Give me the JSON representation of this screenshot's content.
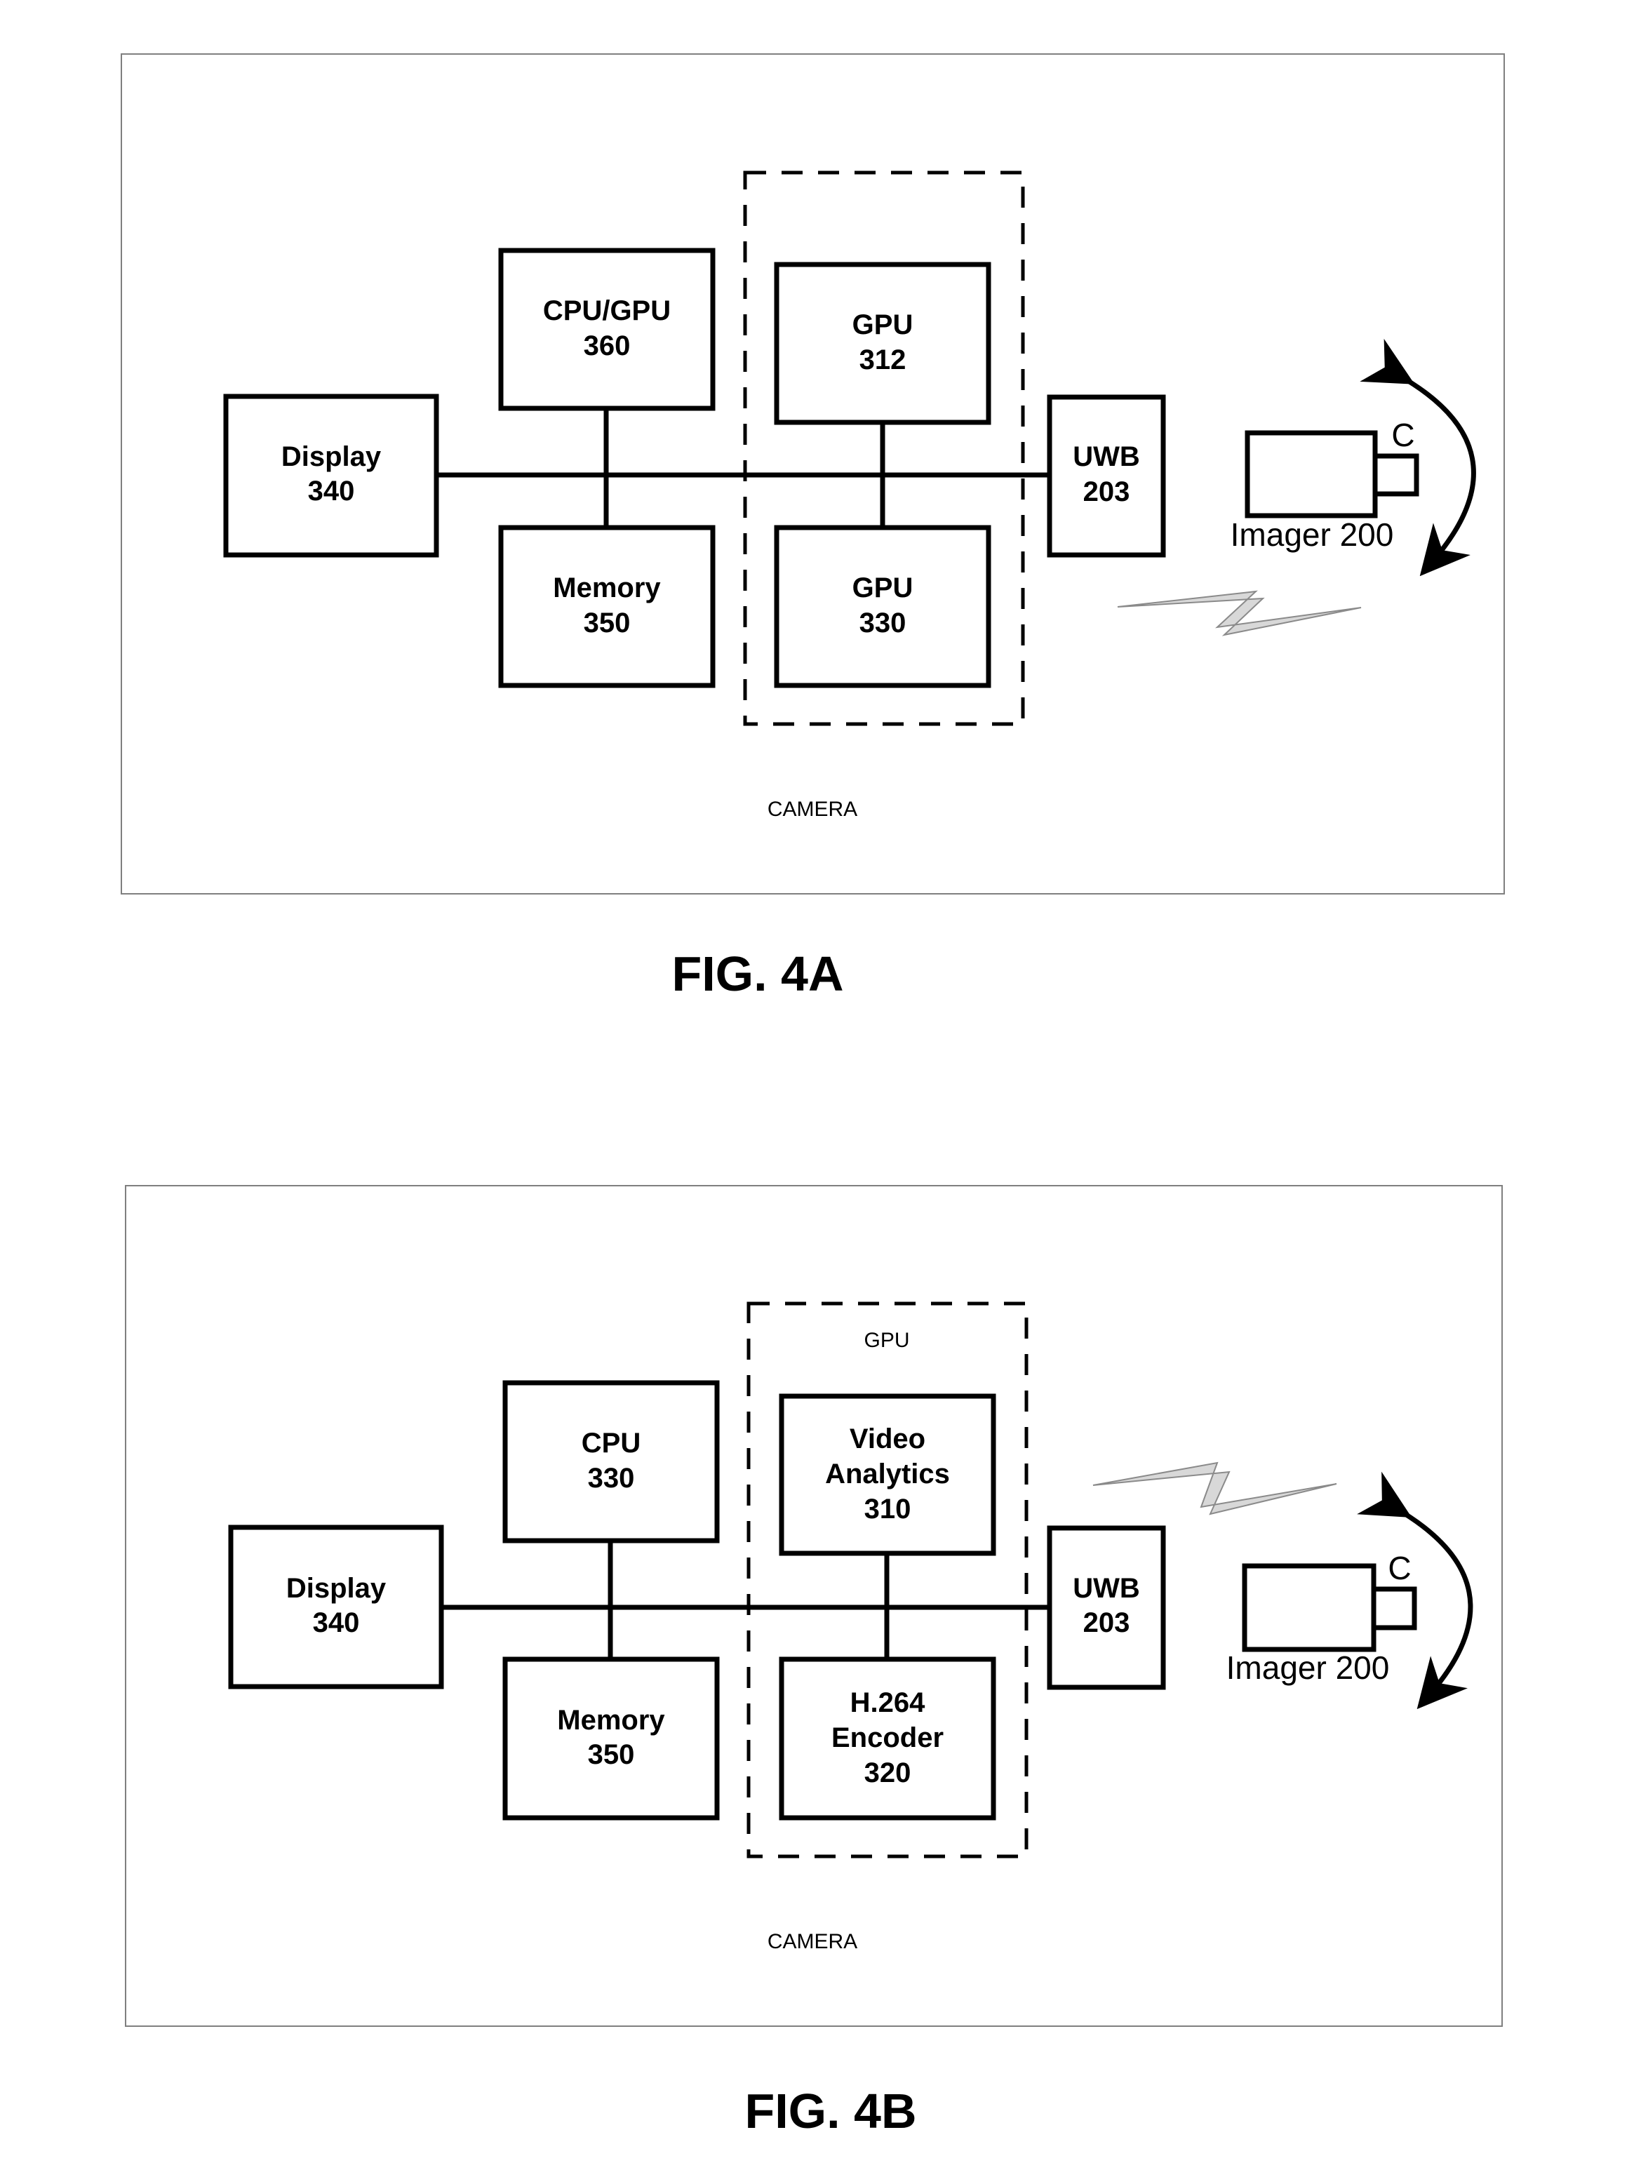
{
  "figures": [
    {
      "caption": "FIG. 4A",
      "frame_label": "CAMERA",
      "dashed_group_label": "",
      "blocks": {
        "display": [
          "Display",
          "340"
        ],
        "cpu": [
          "CPU/GPU",
          "360"
        ],
        "memory": [
          "Memory",
          "350"
        ],
        "upper": [
          "GPU",
          "312"
        ],
        "lower": [
          "GPU",
          "330"
        ],
        "uwb": [
          "UWB",
          "203"
        ]
      },
      "imager": {
        "label": "Imager 200",
        "lens": "C"
      }
    },
    {
      "caption": "FIG. 4B",
      "frame_label": "CAMERA",
      "dashed_group_label": "GPU",
      "blocks": {
        "display": [
          "Display",
          "340"
        ],
        "cpu": [
          "CPU",
          "330"
        ],
        "memory": [
          "Memory",
          "350"
        ],
        "upper": [
          "Video",
          "Analytics",
          "310"
        ],
        "lower": [
          "H.264",
          "Encoder",
          "320"
        ],
        "uwb": [
          "UWB",
          "203"
        ]
      },
      "imager": {
        "label": "Imager 200",
        "lens": "C"
      }
    }
  ]
}
